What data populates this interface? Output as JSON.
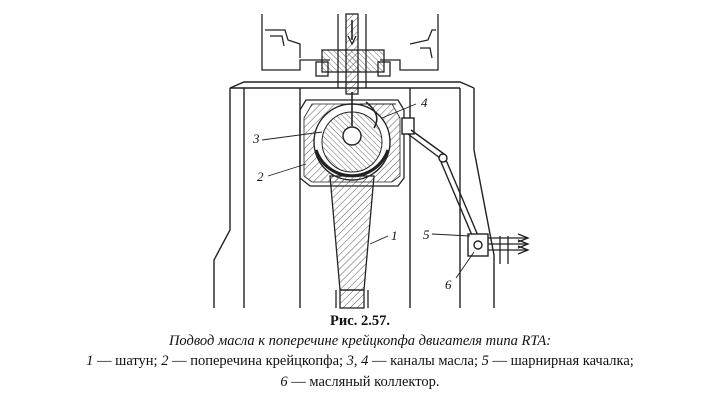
{
  "figure": {
    "labels": {
      "l1": "1",
      "l2": "2",
      "l3": "3",
      "l4": "4",
      "l5": "5",
      "l6": "6"
    }
  },
  "caption": {
    "title": "Рис. 2.57.",
    "subtitle": "Подвод масла к поперечине крейцкопфа двигателя типа RTA:",
    "line1": {
      "n1": "1",
      "t1": " — шатун; ",
      "n2": "2",
      "t2": " — поперечина крейцкопфа; ",
      "n3": "3",
      "sep": ", ",
      "n4": "4",
      "t3": " — каналы масла; ",
      "n5": "5",
      "t4": " — шарнирная качалка;"
    },
    "line2": {
      "n6": "6",
      "t5": " — масляный коллектор."
    }
  }
}
